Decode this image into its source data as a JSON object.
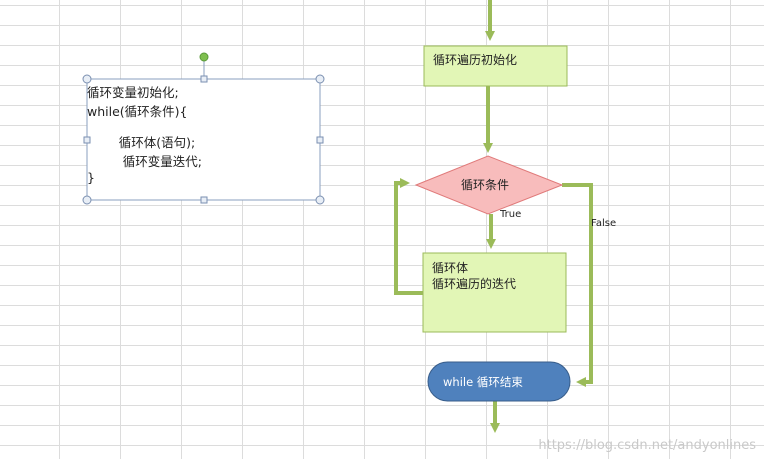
{
  "code_box": {
    "lines": [
      "循环变量初始化;",
      "while(循环条件){",
      "",
      "        循环体(语句);",
      "         循环变量迭代;",
      "}"
    ]
  },
  "flowchart": {
    "init_label": "循环遍历初始化",
    "condition_label": "循环条件",
    "true_label": "True",
    "false_label": "False",
    "body_label_1": "循环体",
    "body_label_2": "循环遍历的迭代",
    "end_label": "while 循环结束"
  },
  "colors": {
    "arrow": "#9bbb59",
    "process_fill": "#e2f6b6",
    "process_stroke": "#9bbb59",
    "decision_fill": "#f8bcbc",
    "decision_stroke": "#e07a7a",
    "terminal_fill": "#4f81bd",
    "terminal_stroke": "#385d8a",
    "selection_handle": "#7fbf4f"
  },
  "watermark": "https://blog.csdn.net/andyonlines"
}
